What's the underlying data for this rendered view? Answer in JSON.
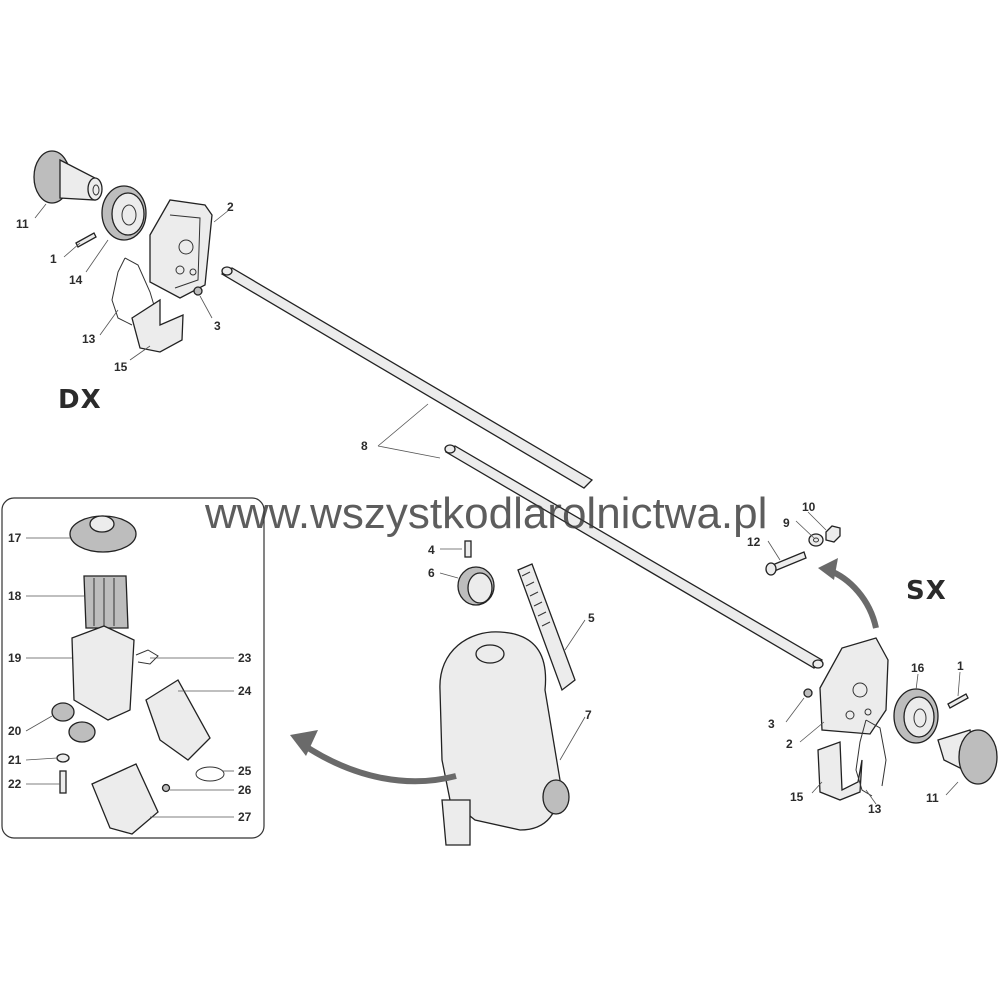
{
  "diagram": {
    "side_labels": {
      "right": "DX",
      "left": "SX"
    },
    "watermark": "www.wszystkodlarolnictwa.pl",
    "callouts": {
      "dx_knob": "11",
      "dx_pin": "1",
      "dx_gear": "14",
      "dx_plate": "2",
      "dx_screw": "3",
      "dx_spring": "13",
      "dx_bracket": "15",
      "shaft": "8",
      "sx_bolt": "12",
      "sx_washer": "9",
      "sx_nut": "10",
      "sx_gear": "16",
      "sx_pin": "1",
      "sx_screw": "3",
      "sx_plate": "2",
      "sx_bracket": "15",
      "sx_spring": "13",
      "sx_knob": "11",
      "pin4": "4",
      "gear6": "6",
      "blade5": "5",
      "hopper7": "7",
      "inset": [
        "17",
        "18",
        "19",
        "20",
        "21",
        "22",
        "23",
        "24",
        "25",
        "26",
        "27"
      ]
    }
  }
}
